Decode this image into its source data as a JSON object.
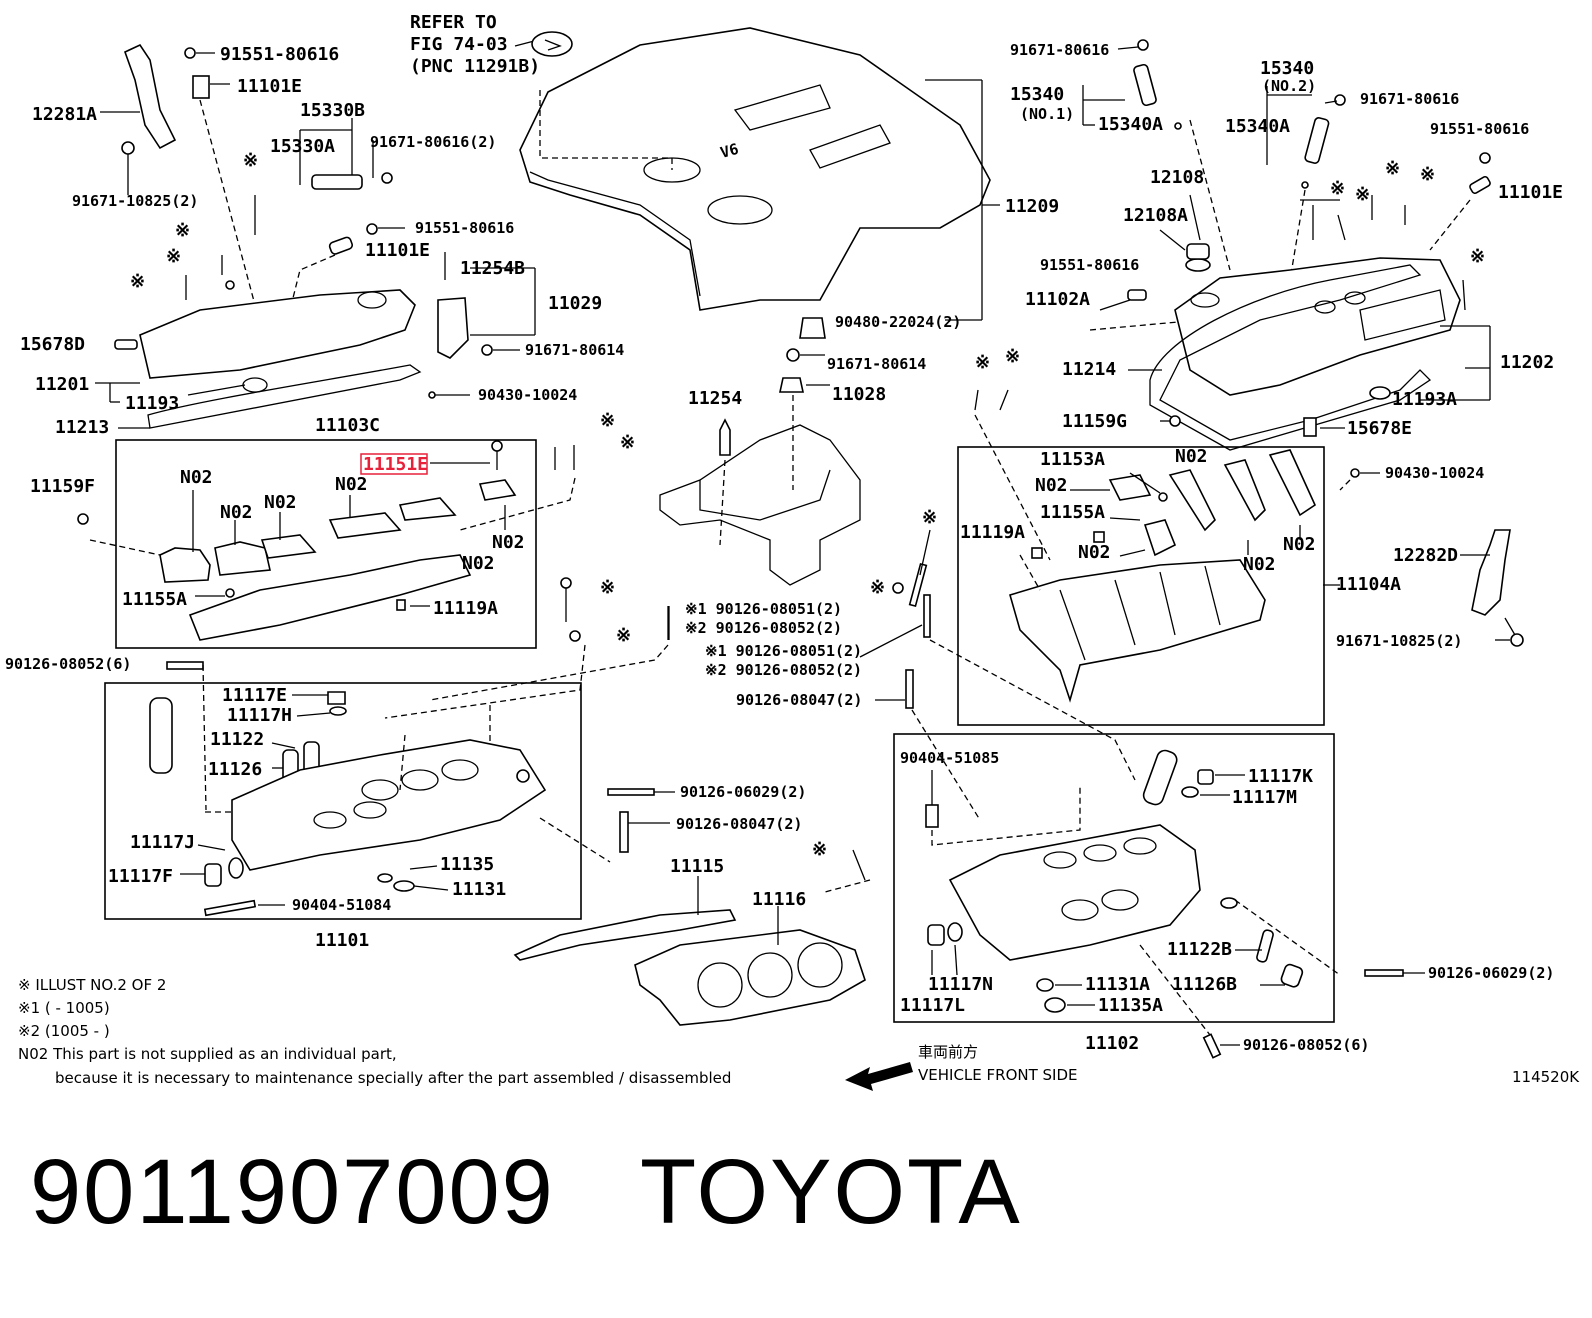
{
  "diagram": {
    "title_ref_lines": [
      "REFER TO",
      "FIG 74-03",
      "(PNC 11291B)"
    ],
    "footnotes": [
      "※ ILLUST NO.2 OF 2",
      "※1 (       - 1005)",
      "※2 (1005 -        )",
      "N02 This part is not supplied as an individual part,",
      "because it is necessary to maintenance specially after the part assembled / disassembled"
    ],
    "front_label_jp": "車両前方",
    "front_label_en": "VEHICLE FRONT SIDE",
    "illustration_id": "114520K",
    "highlight_color": "#e8213a",
    "part_labels": [
      "91551-80616",
      "11101E",
      "12281A",
      "15330B",
      "15330A",
      "91671-80616(2)",
      "91671-10825(2)",
      "91551-80616",
      "11101E",
      "11254B",
      "11029",
      "91671-80614",
      "15678D",
      "11201",
      "11193",
      "11213",
      "90430-10024",
      "11103C",
      "11151E",
      "11159F",
      "N02",
      "N02",
      "N02",
      "N02",
      "N02",
      "N02",
      "11155A",
      "11119A",
      "90126-08052(6)",
      "11117E",
      "11117H",
      "11122",
      "11126",
      "11117J",
      "11117F",
      "11135",
      "11131",
      "90404-51084",
      "11101",
      "11209",
      "90480-22024(2)",
      "91671-80614",
      "11028",
      "11254",
      "※1 90126-08051(2)",
      "※2 90126-08052(2)",
      "※1 90126-08051(2)",
      "※2 90126-08052(2)",
      "90126-08047(2)",
      "90126-06029(2)",
      "90126-08047(2)",
      "11115",
      "11116",
      "91671-80616",
      "15340",
      "(NO.1)",
      "15340A",
      "15340",
      "(NO.2)",
      "15340A",
      "91671-80616",
      "91551-80616",
      "11101E",
      "12108",
      "12108A",
      "91551-80616",
      "11102A",
      "11214",
      "11202",
      "11193A",
      "11159G",
      "15678E",
      "90430-10024",
      "11153A",
      "N02",
      "11155A",
      "N02",
      "N02",
      "N02",
      "N02",
      "11119A",
      "11104A",
      "12282D",
      "91671-10825(2)",
      "90404-51085",
      "11117K",
      "11117M",
      "11122B",
      "11126B",
      "90126-06029(2)",
      "11117N",
      "11117L",
      "11131A",
      "11135A",
      "11102",
      "90126-08052(6)"
    ]
  },
  "footer": {
    "part_number": "9011907009",
    "brand": "TOYOTA"
  }
}
